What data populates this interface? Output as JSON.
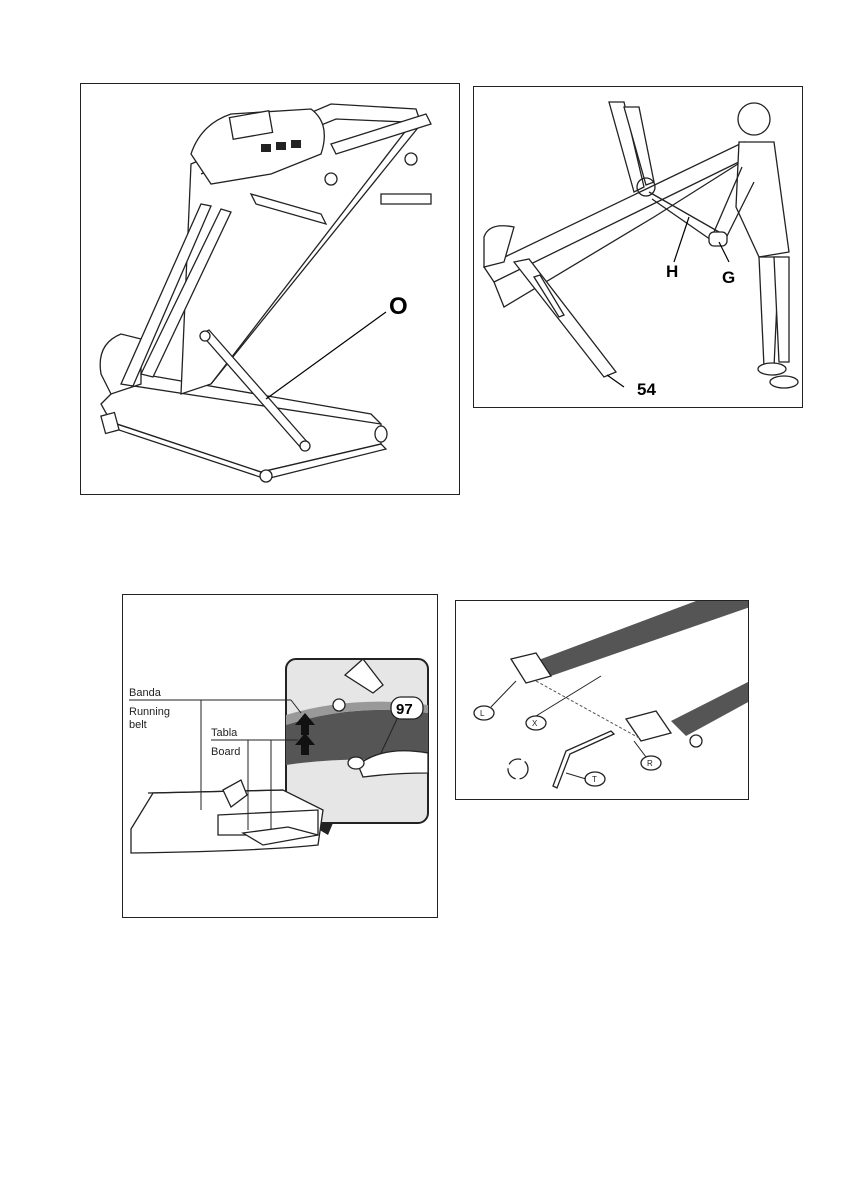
{
  "figures": {
    "fig1": {
      "label_o": "O"
    },
    "fig2": {
      "label_h": "H",
      "label_g": "G",
      "label_54": "54"
    },
    "fig3": {
      "banda": "Banda",
      "running": "Running",
      "belt": "belt",
      "tabla": "Tabla",
      "board": "Board",
      "part_97": "97"
    },
    "fig4": {
      "label_l": "L",
      "label_x": "X",
      "label_r": "R",
      "label_t": "T"
    }
  }
}
